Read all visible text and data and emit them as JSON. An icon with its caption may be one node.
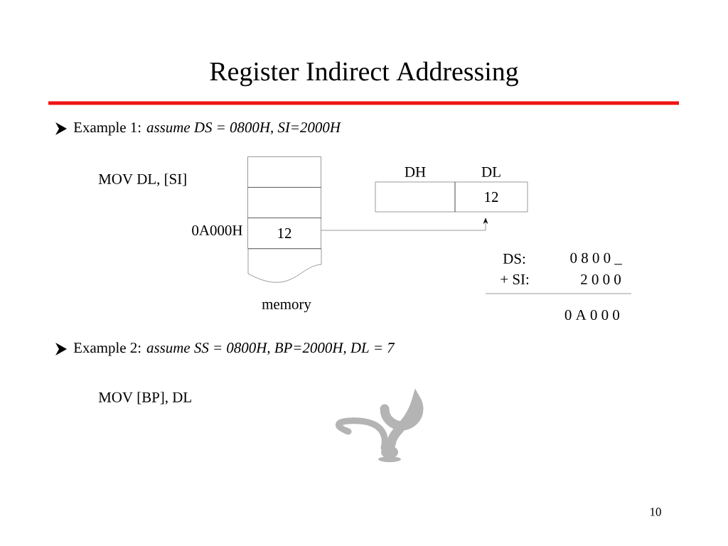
{
  "diagram": {
    "title": "Register Indirect Addressing",
    "nodes": [
      {
        "text": [],
        "shape": "box"
      },
      {
        "text": [],
        "shape": "box"
      },
      {
        "text": [
          "12"
        ],
        "beside": [
          "0A000H"
        ]
      },
      {
        "text": [],
        "shape": "document"
      },
      {
        "text": [
          "DH"
        ]
      },
      {
        "text": [
          "DL",
          "12"
        ]
      }
    ],
    "edges": [
      {
        "from": 2,
        "to": 5,
        "arrow": "to"
      }
    ],
    "labels": [
      "Example 1: *assume DS = 0800H, SI=2000H*",
      "MOV DL, [SI]",
      "DS:",
      "0 8 0 0 _",
      "+ SI:",
      "2 0 0 0",
      "memory",
      "0 A 0 0 0",
      "Example 2: *assume SS = 0800H, BP=2000H, DL = 7*",
      "MOV [BP], DL",
      "10"
    ]
  }
}
